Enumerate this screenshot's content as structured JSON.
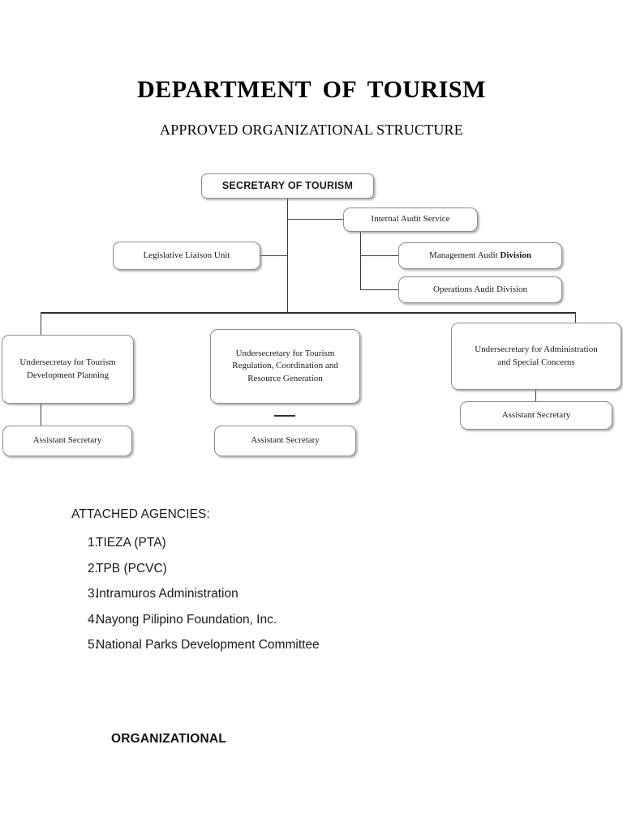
{
  "document": {
    "title": "DEPARTMENT   OF  TOURISM",
    "subtitle": "APPROVED ORGANIZATIONAL STRUCTURE",
    "footer_note": "ORGANIZATIONAL"
  },
  "chart": {
    "secretary": "SECRETARY OF TOURISM",
    "legislative_liaison": "Legislative Liaison Unit",
    "internal_audit": "Internal Audit Service",
    "management_audit_prefix": "Management Audit ",
    "management_audit_bold": "Division",
    "operations_audit": "Operations Audit Division",
    "undersecretary_1_line1": "Undersecretay for Tourism",
    "undersecretary_1_line2": "Development Planning",
    "undersecretary_2_line1": "Undersecretary for Tourism",
    "undersecretary_2_line2": "Regulation, Coordination and",
    "undersecretary_2_line3": "Resource Generation",
    "undersecretary_3_line1": "Undersecretary for Administration",
    "undersecretary_3_line2": "and Special Concerns",
    "assistant_secretary_1": "Assistant Secretary",
    "assistant_secretary_2": "Assistant Secretary",
    "assistant_secretary_3": "Assistant Secretary"
  },
  "attached_agencies": {
    "heading": "ATTACHED AGENCIES:",
    "items": [
      {
        "num": "1.",
        "text": "TIEZA (PTA)"
      },
      {
        "num": "2.",
        "text": "TPB (PCVC)"
      },
      {
        "num": "3.",
        "text": " Intramuros Administration"
      },
      {
        "num": "4.",
        "text": "Nayong Pilipino Foundation, Inc."
      },
      {
        "num": "5.",
        "text": "National Parks Development Committee"
      }
    ]
  },
  "colors": {
    "box_border": "#8c8c8c",
    "connector": "#3c3c3c",
    "text": "#1a1a1a",
    "background": "#ffffff"
  }
}
